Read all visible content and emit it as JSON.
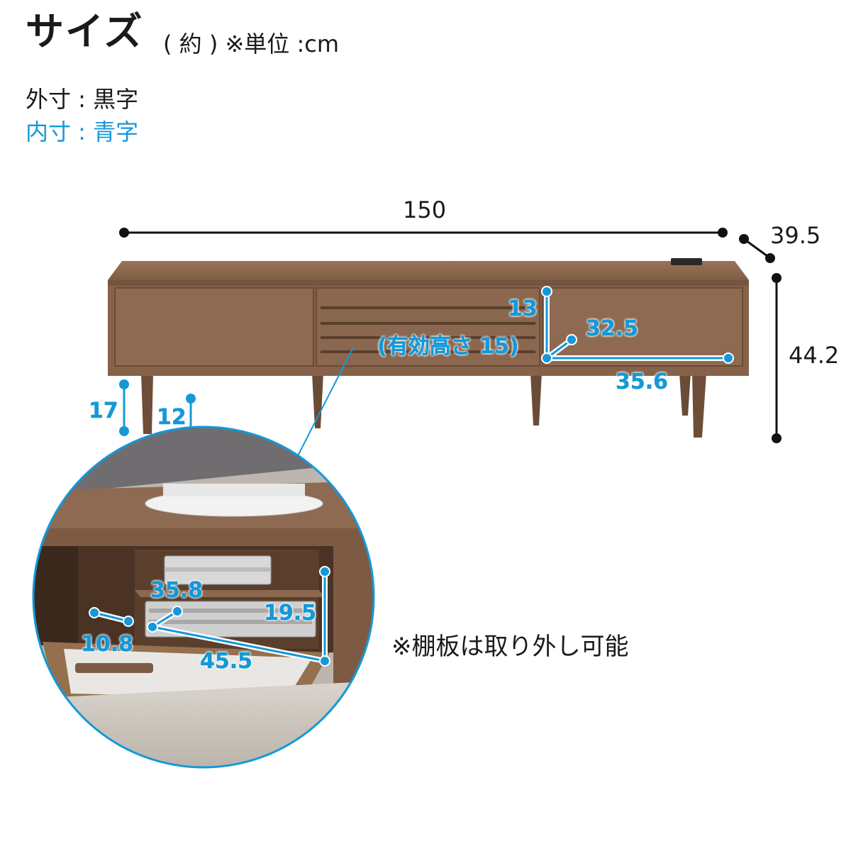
{
  "header": {
    "title": "サイズ",
    "note": "( 約 ) ※単位 :cm"
  },
  "legend": {
    "outer": "外寸 : 黒字",
    "inner": "内寸 : 青字"
  },
  "outer_dimensions": {
    "width": "150",
    "depth": "39.5",
    "height": "44.2"
  },
  "inner_dimensions": {
    "slot_height": "13",
    "slot_effective": "(有効高さ 15)",
    "compartment_depth": "32.5",
    "compartment_width": "35.6",
    "leg_height": "17",
    "leg_clearance": "12",
    "shelf_depth": "35.8",
    "shelf_height": "19.5",
    "flap_depth": "10.8",
    "shelf_width": "45.5"
  },
  "notes": {
    "shelf_removable": "※棚板は取り外し可能"
  },
  "colors": {
    "wood": "#8a6449",
    "wood_dark": "#6e4e38",
    "accent": "#1598d8",
    "outer_text": "#1a1a1a"
  }
}
